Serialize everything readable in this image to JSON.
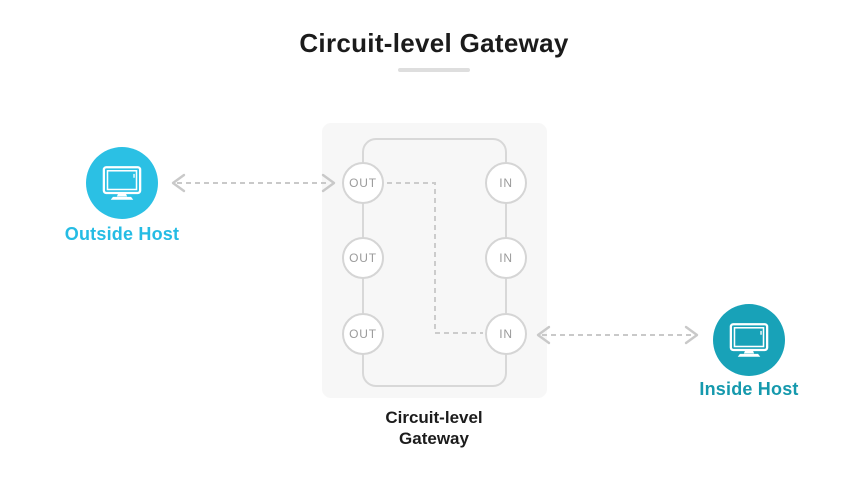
{
  "title": "Circuit-level Gateway",
  "gateway": {
    "caption": "Circuit-level\nGateway",
    "out_ports": [
      "OUT",
      "OUT",
      "OUT"
    ],
    "in_ports": [
      "IN",
      "IN",
      "IN"
    ]
  },
  "hosts": {
    "outside": {
      "label": "Outside Host",
      "color": "#2bc0e4"
    },
    "inside": {
      "label": "Inside Host",
      "color": "#18a2b8"
    }
  },
  "connections": [
    {
      "from": "outside-host",
      "to": "out-port-1",
      "style": "dashed-double-arrow"
    },
    {
      "from": "out-port-1",
      "to": "in-port-3",
      "style": "dashed"
    },
    {
      "from": "in-port-3",
      "to": "inside-host",
      "style": "dashed-double-arrow"
    }
  ],
  "colors": {
    "panel_background": "#f7f7f7",
    "line_gray": "#d8d8d8",
    "dash_gray": "#c9c9c9",
    "port_text": "#9b9b9b",
    "title_text": "#1b1b1b"
  }
}
